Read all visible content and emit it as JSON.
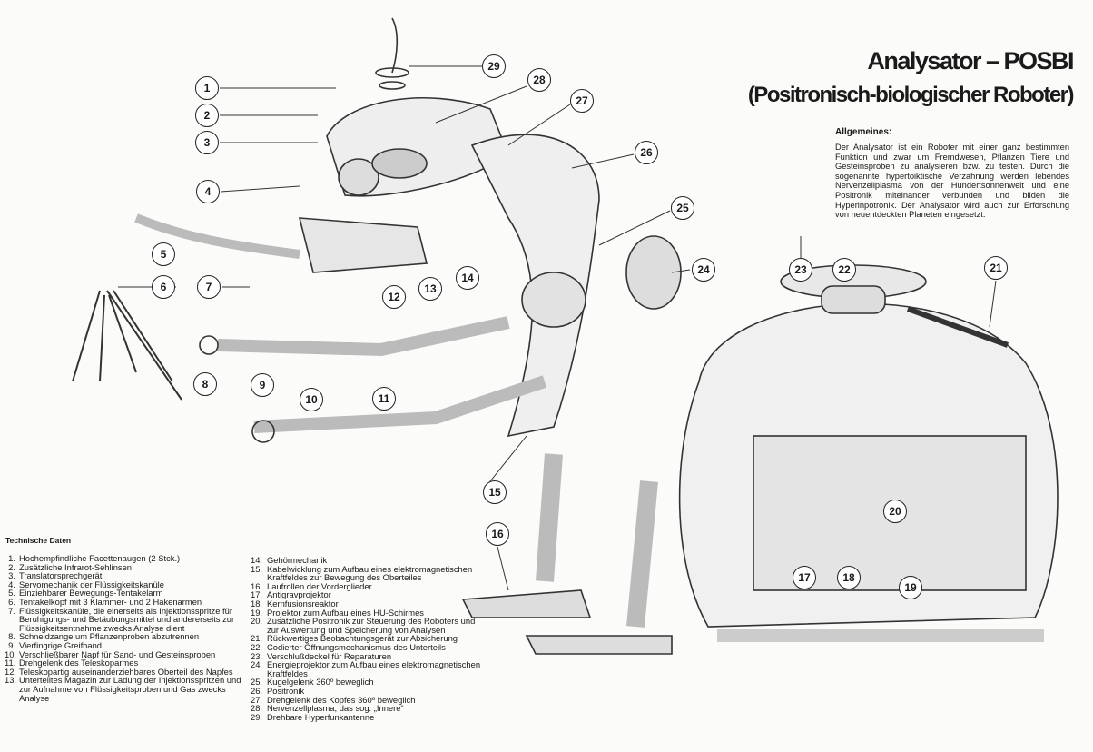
{
  "title": {
    "line1": "Analysator – POSBI",
    "line2": "(Positronisch-biologischer Roboter)"
  },
  "general": {
    "heading": "Allgemeines:",
    "text": "Der Analysator ist ein Roboter mit einer ganz bestimmten Funktion und zwar um Fremdwesen, Pflanzen Tiere und Gesteinsproben zu analysieren bzw. zu testen. Durch die sogenannte hypertoiktische Verzahnung werden lebendes Nervenzellplasma von der Hundertsonnenwelt und eine Positronik miteinander verbunden und bilden die Hyperinpotronik. Der Analysator wird auch zur Erforschung von neuentdeckten Planeten eingesetzt."
  },
  "tech": {
    "heading": "Technische Daten",
    "items": [
      {
        "n": "1.",
        "t": "Hochempfindliche Facettenaugen (2 Stck.)"
      },
      {
        "n": "2.",
        "t": "Zusätzliche Infrarot-Sehlinsen"
      },
      {
        "n": "3.",
        "t": "Translatorsprechgerät"
      },
      {
        "n": "4.",
        "t": "Servomechanik der Flüssigkeitskanüle"
      },
      {
        "n": "5.",
        "t": "Einziehbarer Bewegungs-Tentakelarm"
      },
      {
        "n": "6.",
        "t": "Tentakelkopf mit 3 Klammer- und 2 Hakenarmen"
      },
      {
        "n": "7.",
        "t": "Flüssigkeitskanüle, die einerseits als Injektionsspritze für Beruhigungs- und Betäubungsmittel und andererseits zur Flüssigkeitsentnahme zwecks Analyse dient"
      },
      {
        "n": "8.",
        "t": "Schneidzange um Pflanzenproben abzutrennen"
      },
      {
        "n": "9.",
        "t": "Vierfingrige Greifhand"
      },
      {
        "n": "10.",
        "t": "Verschließbarer Napf für Sand- und Gesteinsproben"
      },
      {
        "n": "11.",
        "t": "Drehgelenk des Teleskoparmes"
      },
      {
        "n": "12.",
        "t": "Teleskopartig auseinanderziehbares Oberteil des Napfes"
      },
      {
        "n": "13.",
        "t": "Unterteiltes Magazin zur Ladung der Injektionsspritzen und zur Aufnahme von Flüssigkeitsproben und Gas zwecks Analyse"
      },
      {
        "n": "14.",
        "t": "Gehörmechanik"
      },
      {
        "n": "15.",
        "t": "Kabelwicklung zum Aufbau eines elektromagnetischen Kraftfeldes zur Bewegung des Oberteiles"
      },
      {
        "n": "16.",
        "t": "Laufrollen der Vorderglieder"
      },
      {
        "n": "17.",
        "t": "Antigravprojektor"
      },
      {
        "n": "18.",
        "t": "Kernfusionsreaktor"
      },
      {
        "n": "19.",
        "t": "Projektor zum Aufbau eines HÜ-Schirmes"
      },
      {
        "n": "20.",
        "t": "Zusätzliche Positronik zur Steuerung des Roboters und zur Auswertung und Speicherung von Analysen"
      },
      {
        "n": "21.",
        "t": "Rückwertiges Beobachtungsgerät zur Absicherung"
      },
      {
        "n": "22.",
        "t": "Codierter Öffnungsmechanismus des Unterteils"
      },
      {
        "n": "23.",
        "t": "Verschlußdeckel für Reparaturen"
      },
      {
        "n": "24.",
        "t": "Energieprojektor zum Aufbau eines elektromagnetischen Kraftfeldes"
      },
      {
        "n": "25.",
        "t": "Kugelgelenk 360º beweglich"
      },
      {
        "n": "26.",
        "t": "Positronik"
      },
      {
        "n": "27.",
        "t": "Drehgelenk des Kopfes 360º beweglich"
      },
      {
        "n": "28.",
        "t": "Nervenzellplasma, das sog. „Innere“"
      },
      {
        "n": "29.",
        "t": "Drehbare Hyperfunkantenne"
      }
    ]
  },
  "callouts": [
    "1",
    "2",
    "3",
    "4",
    "5",
    "6",
    "7",
    "8",
    "9",
    "10",
    "11",
    "12",
    "13",
    "14",
    "15",
    "16",
    "17",
    "18",
    "19",
    "20",
    "21",
    "22",
    "23",
    "24",
    "25",
    "26",
    "27",
    "28",
    "29"
  ]
}
